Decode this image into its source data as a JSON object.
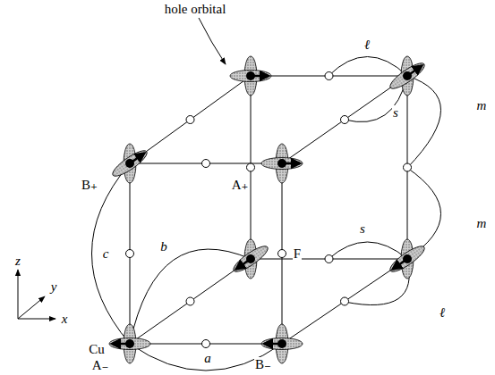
{
  "diagram": {
    "labels": [
      "hole orbital",
      "ℓ",
      "s",
      "m",
      "m",
      "B₊",
      "A₊",
      "c",
      "F",
      "b",
      "s",
      "ℓ",
      "a",
      "Cu",
      "A₋",
      "B₋",
      "z",
      "y",
      "x"
    ]
  }
}
